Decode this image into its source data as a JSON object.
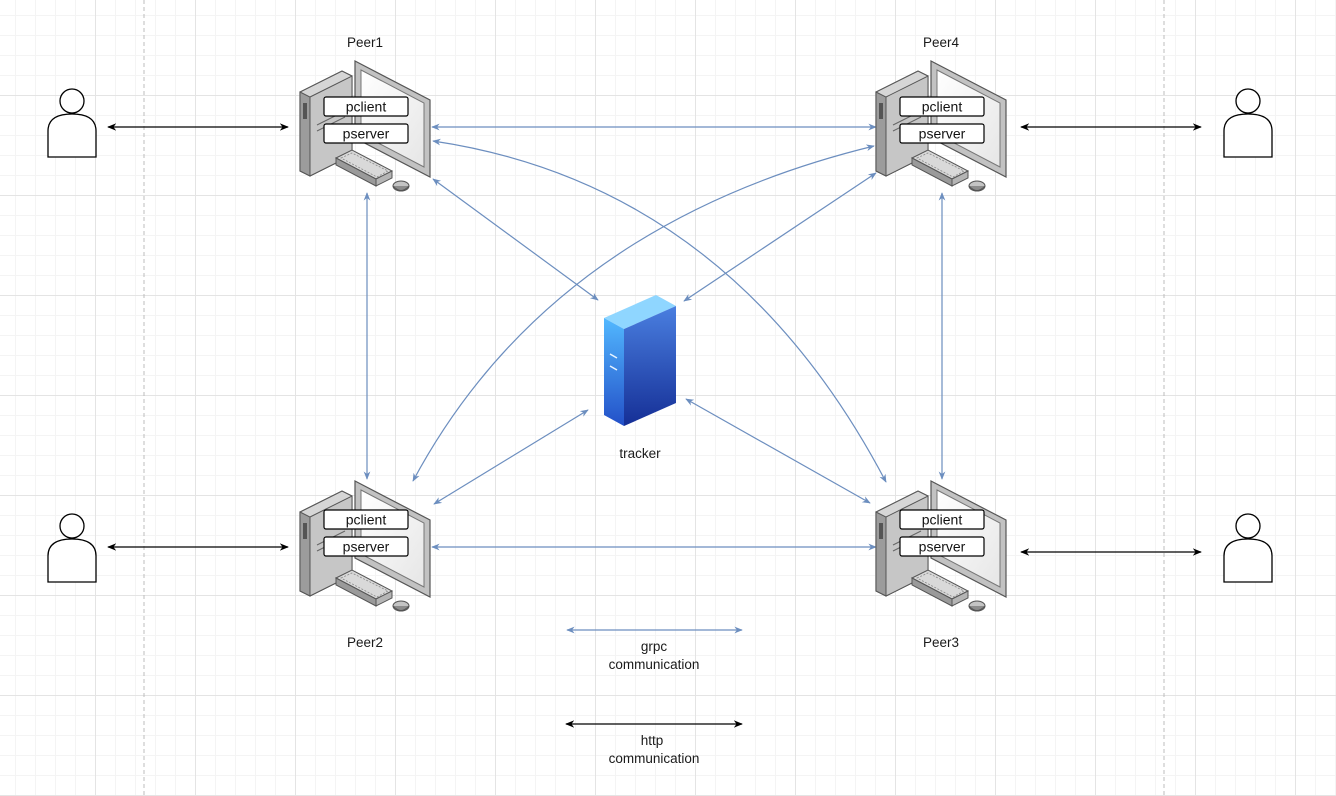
{
  "peers": [
    {
      "id": "peer1",
      "name": "Peer1",
      "client_label": "pclient",
      "server_label": "pserver"
    },
    {
      "id": "peer2",
      "name": "Peer2",
      "client_label": "pclient",
      "server_label": "pserver"
    },
    {
      "id": "peer3",
      "name": "Peer3",
      "client_label": "pclient",
      "server_label": "pserver"
    },
    {
      "id": "peer4",
      "name": "Peer4",
      "client_label": "pclient",
      "server_label": "pserver"
    }
  ],
  "tracker": {
    "label": "tracker"
  },
  "legend": {
    "grpc": {
      "line1": "grpc",
      "line2": "communication"
    },
    "http": {
      "line1": "http",
      "line2": "communication"
    }
  },
  "colors": {
    "grpc_edge": "#6c8ebf",
    "http_edge": "#000000",
    "server_light": "#4fc3ff",
    "server_dark": "#1a3fae"
  }
}
